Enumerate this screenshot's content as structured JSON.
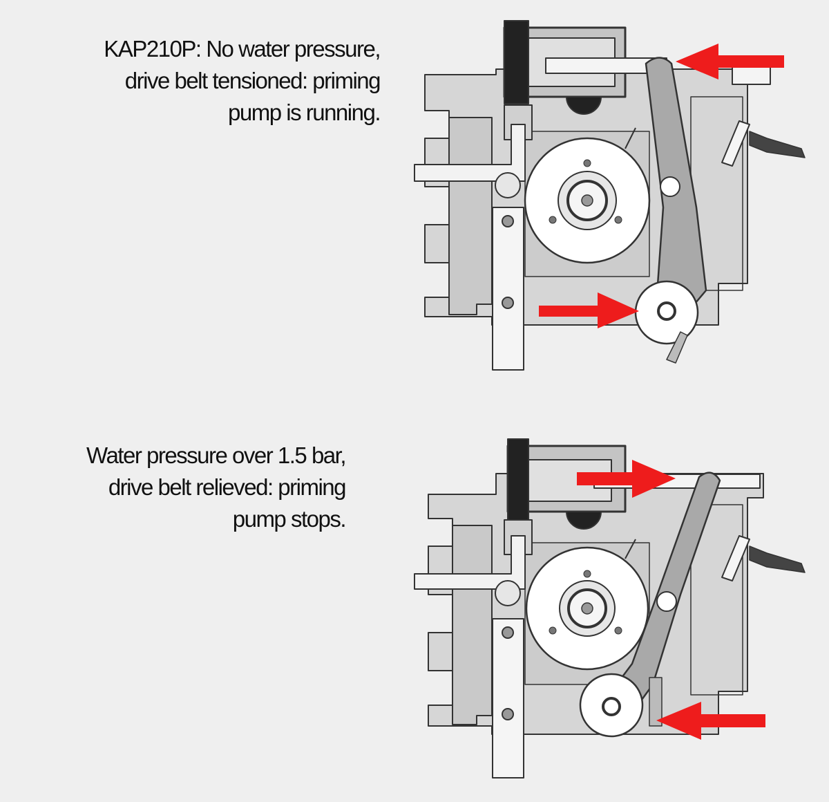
{
  "captions": {
    "top": {
      "lines": [
        "KAP210P: No water pressure,",
        "drive belt tensioned: priming",
        "pump is running."
      ]
    },
    "bottom": {
      "lines": [
        "Water pressure over 1.5 bar,",
        "drive belt relieved: priming",
        "pump stops."
      ]
    }
  },
  "colors": {
    "background": "#efefef",
    "housing": "#d6d6d6",
    "housing_dark": "#c4c4c4",
    "lever": "#a9a9a9",
    "outline": "#333333",
    "arrow": "#ee1c1c",
    "pulley": "#ffffff"
  }
}
